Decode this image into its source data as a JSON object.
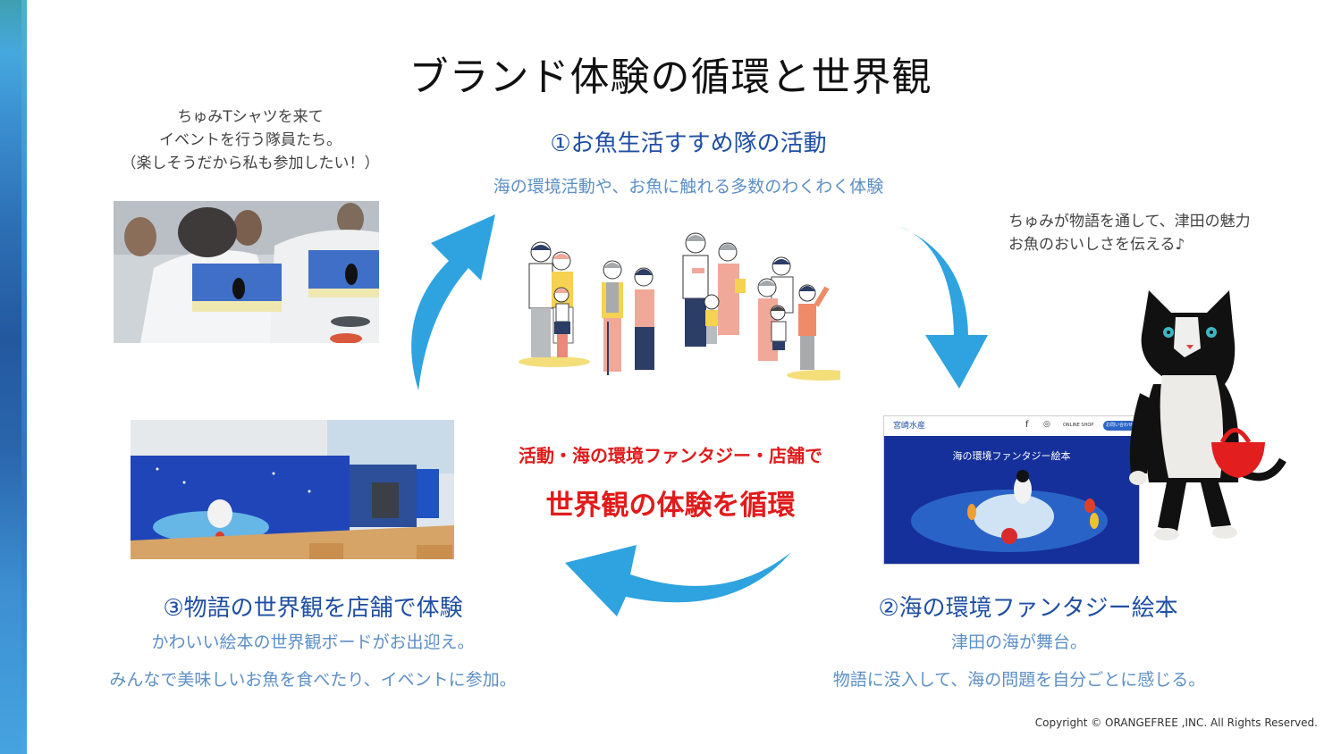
{
  "slide": {
    "title": "ブランド体験の循環と世界観",
    "copyright": "Copyright © ORANGEFREE ,INC. All Rights Reserved.",
    "colors": {
      "heading_blue": "#1f4fa3",
      "desc_blue": "#5d8fc6",
      "accent_red": "#e11b1b",
      "arrow_blue": "#2ea3e0"
    }
  },
  "captions": {
    "tshirt": [
      "ちゅみTシャツを来て",
      "イベントを行う隊員たち。",
      "（楽しそうだから私も参加したい！）"
    ],
    "cat": [
      "ちゅみが物語を通して、津田の魅力",
      "お魚のおいしさを伝える♪"
    ]
  },
  "steps": [
    {
      "heading": "①お魚生活すすめ隊の活動",
      "description": [
        "海の環境活動や、お魚に触れる多数のわくわく体験"
      ]
    },
    {
      "heading": "②海の環境ファンタジー絵本",
      "description": [
        "津田の海が舞台。",
        "物語に没入して、海の問題を自分ごとに感じる。"
      ]
    },
    {
      "heading": "③物語の世界観を店舗で体験",
      "description": [
        "かわいい絵本の世界観ボードがお出迎え。",
        "みんなで美味しいお魚を食べたり、イベントに参加。"
      ]
    }
  ],
  "center": {
    "line1": "活動・海の環境ファンタジー・店舗で",
    "line2": "世界観の体験を循環"
  },
  "images": {
    "tshirt_photo": "tshirt-event-photo",
    "families": "family-illustration",
    "website": "picture-book-website-screenshot",
    "store": "store-mural-photo",
    "cat": "chumi-cat-illustration"
  },
  "website": {
    "logo_text": "宮崎水産",
    "nav": [
      "f",
      "◎",
      "ONLINE SHOP"
    ],
    "button": "お問い合わせ",
    "hero_title": "海の環境ファンタジー絵本"
  }
}
